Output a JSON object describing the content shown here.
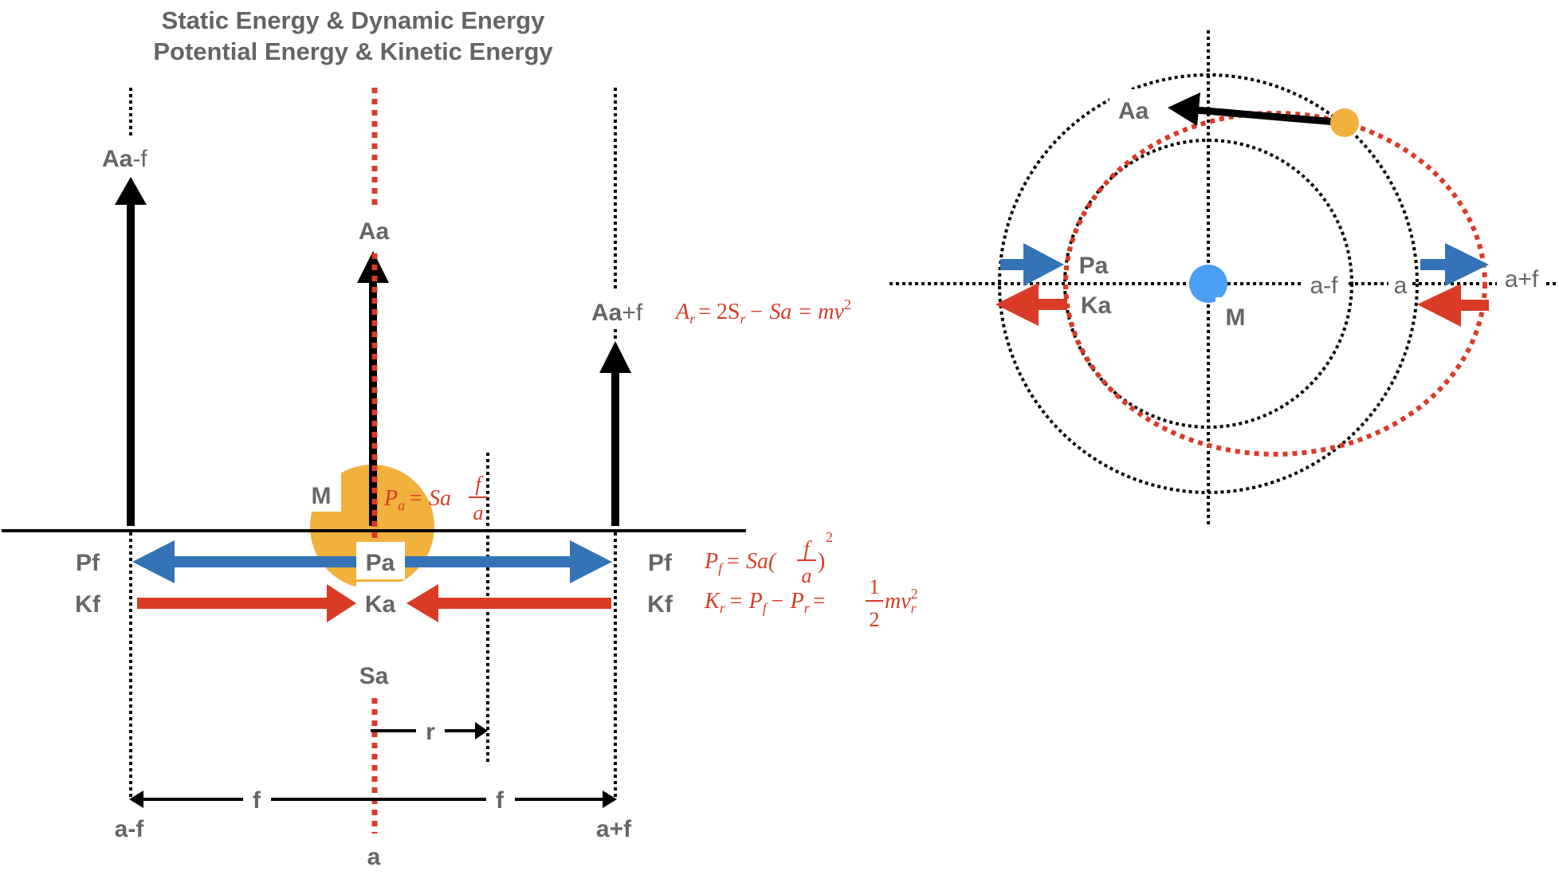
{
  "title": {
    "line1": "Static Energy & Dynamic Energy",
    "line2": "Potential Energy & Kinetic Energy"
  },
  "colors": {
    "potential_arrow": "#3473b6",
    "kinetic_arrow": "#d93b27",
    "mass_body": "#f0b13d",
    "central_mass": "#4a9ff5",
    "label_text": "#666666",
    "formula_text": "#d93b27"
  },
  "left_diagram": {
    "vector_labels": {
      "aa_minus_f": {
        "bold": "Aa",
        "regular": "-f"
      },
      "aa": "Aa",
      "aa_plus_f": {
        "bold": "Aa",
        "regular": "+f"
      }
    },
    "mass_label": "M",
    "pa_label": "Pa",
    "ka_label": "Ka",
    "sa_label": "Sa",
    "pf_left_label": "Pf",
    "kf_left_label": "Kf",
    "pf_right_label": "Pf",
    "kf_right_label": "Kf",
    "r_label": "r",
    "f_left_label": "f",
    "f_right_label": "f",
    "axis_labels": {
      "a_minus_f": "a-f",
      "a": "a",
      "a_plus_f": "a+f"
    },
    "formulas": {
      "pa": {
        "lhs": "P",
        "lhs_sub": "a",
        "rhs": "= Sa",
        "frac_num": "f",
        "frac_den": "a"
      },
      "ar": {
        "A": "A",
        "A_sub": "r",
        "mid": "= 2S",
        "mid_sub": "r",
        "rest": "− Sa = mv",
        "sup": "2"
      },
      "pf": {
        "P": "P",
        "P_sub": "f",
        "mid": "= Sa(",
        "frac_num": "f",
        "frac_den": "a",
        "close": ")",
        "sup": "2"
      },
      "kr": {
        "K": "K",
        "K_sub": "r",
        "eq1": "= P",
        "p1_sub": "f",
        "minus": "− P",
        "p2_sub": "r",
        "eq2": "=",
        "frac_num": "1",
        "frac_den": "2",
        "tail": "mv",
        "tail_sub": "r",
        "tail_sup": "2"
      }
    }
  },
  "right_diagram": {
    "aa_label": "Aa",
    "pa_label": "Pa",
    "ka_label": "Ka",
    "mass_label": "M",
    "axis_labels": {
      "a_minus_f": "a-f",
      "a": "a",
      "a_plus_f": "a+f"
    }
  }
}
